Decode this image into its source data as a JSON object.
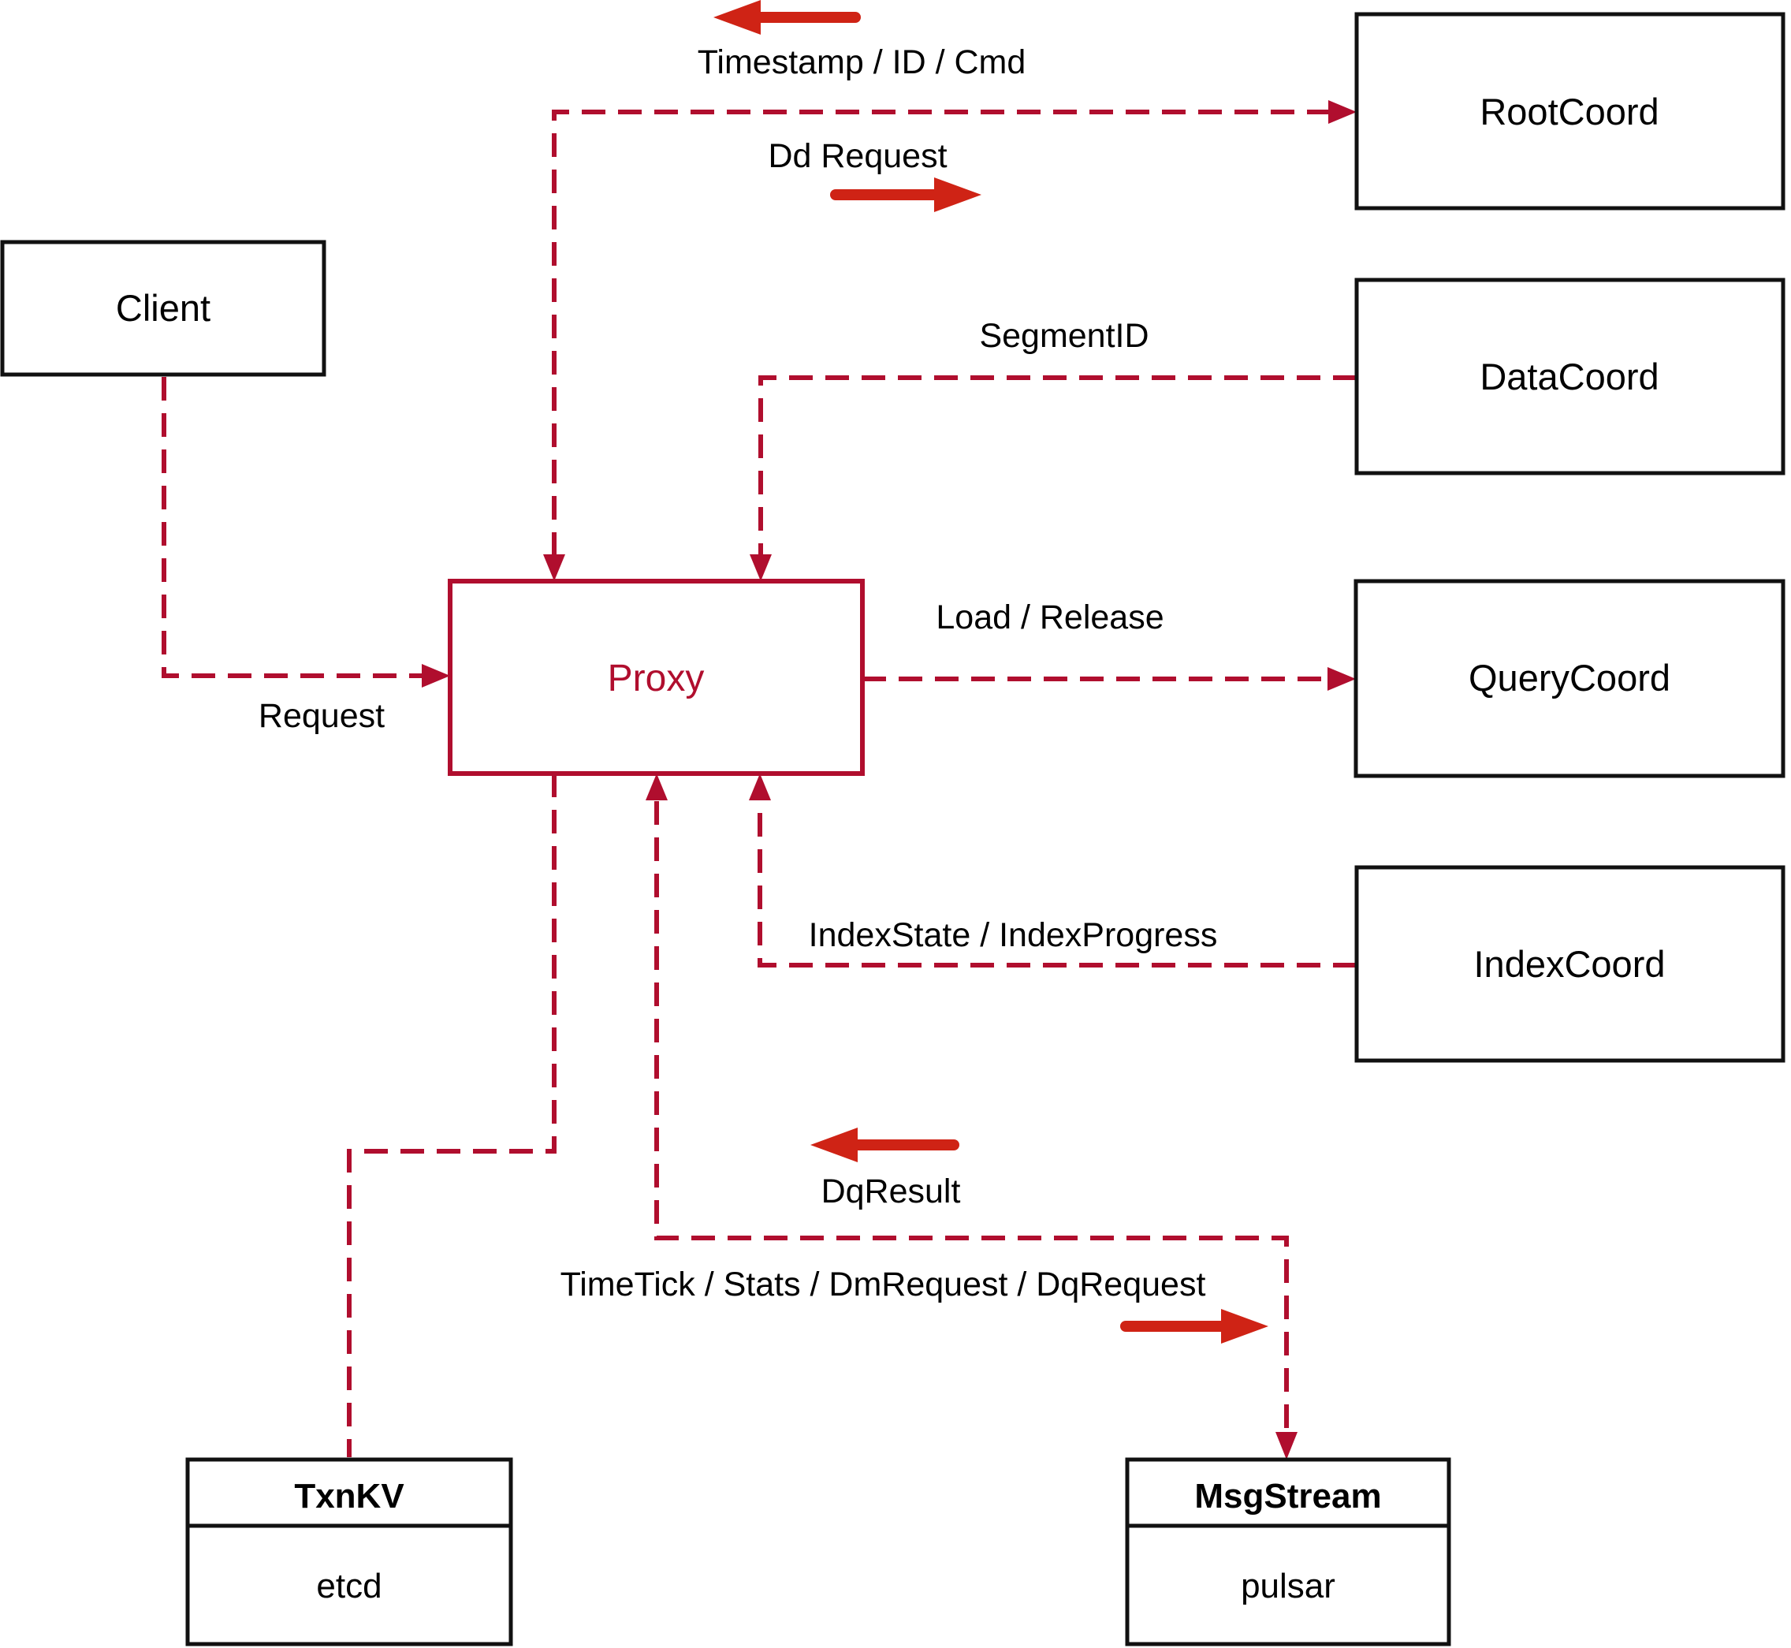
{
  "diagram": {
    "nodes": {
      "client": {
        "label": "Client"
      },
      "proxy": {
        "label": "Proxy"
      },
      "root_coord": {
        "label": "RootCoord"
      },
      "data_coord": {
        "label": "DataCoord"
      },
      "query_coord": {
        "label": "QueryCoord"
      },
      "index_coord": {
        "label": "IndexCoord"
      },
      "txn_kv": {
        "title": "TxnKV",
        "subtitle": "etcd"
      },
      "msg_stream": {
        "title": "MsgStream",
        "subtitle": "pulsar"
      }
    },
    "edges": {
      "timestamp": {
        "label": "Timestamp / ID / Cmd"
      },
      "dd_request": {
        "label": "Dd Request"
      },
      "segment_id": {
        "label": "SegmentID"
      },
      "request": {
        "label": "Request"
      },
      "load_release": {
        "label": "Load / Release"
      },
      "index_state": {
        "label": "IndexState / IndexProgress"
      },
      "dq_result": {
        "label": "DqResult"
      },
      "time_tick": {
        "label": "TimeTick / Stats / DmRequest / DqRequest"
      }
    },
    "colors": {
      "dashed_line": "#B00E2E",
      "solid_arrow": "#CF2315",
      "box_border": "#111111",
      "text": "#000000",
      "background": "#FFFFFF"
    }
  }
}
